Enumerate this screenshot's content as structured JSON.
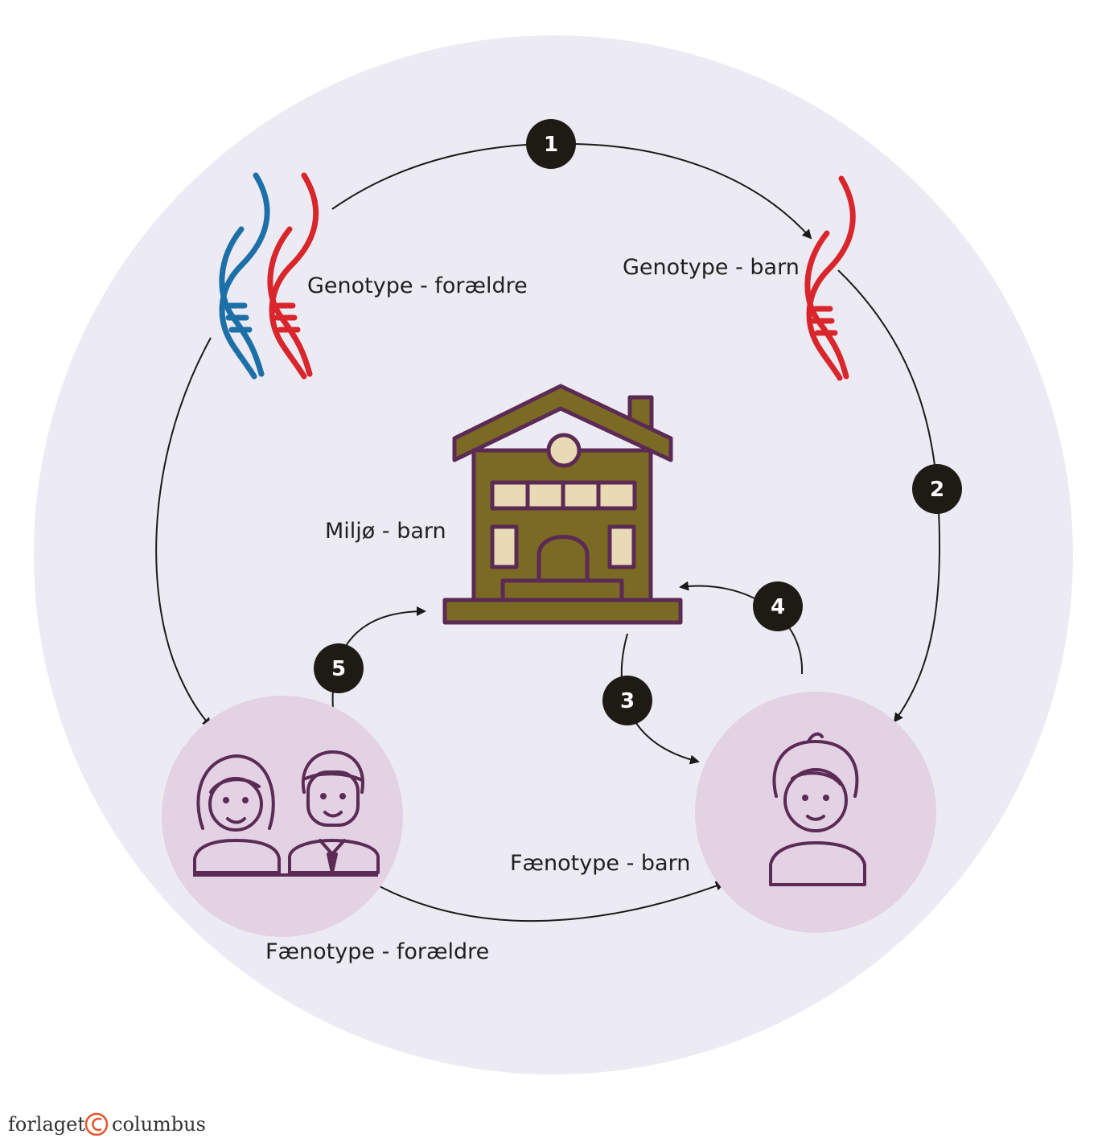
{
  "labels": {
    "genotype_parents": "Genotype - forældre",
    "genotype_child": "Genotype - barn",
    "environment_child": "Miljø - barn",
    "phenotype_child": "Fænotype - barn",
    "phenotype_parents": "Fænotype - forældre"
  },
  "steps": [
    "1",
    "2",
    "3",
    "4",
    "5"
  ],
  "publisher": {
    "left": "forlaget",
    "right": "columbus"
  },
  "colors": {
    "background_circle": "#ecebf3",
    "person_circle": "#e2d2e4",
    "dna_blue": "#1d6fa8",
    "dna_red": "#d9262c",
    "house_fill": "#7b6a24",
    "house_outline": "#5b2a55",
    "window_fill": "#e8dab5",
    "badge": "#1e1b14",
    "brand_accent": "#e3572b"
  }
}
